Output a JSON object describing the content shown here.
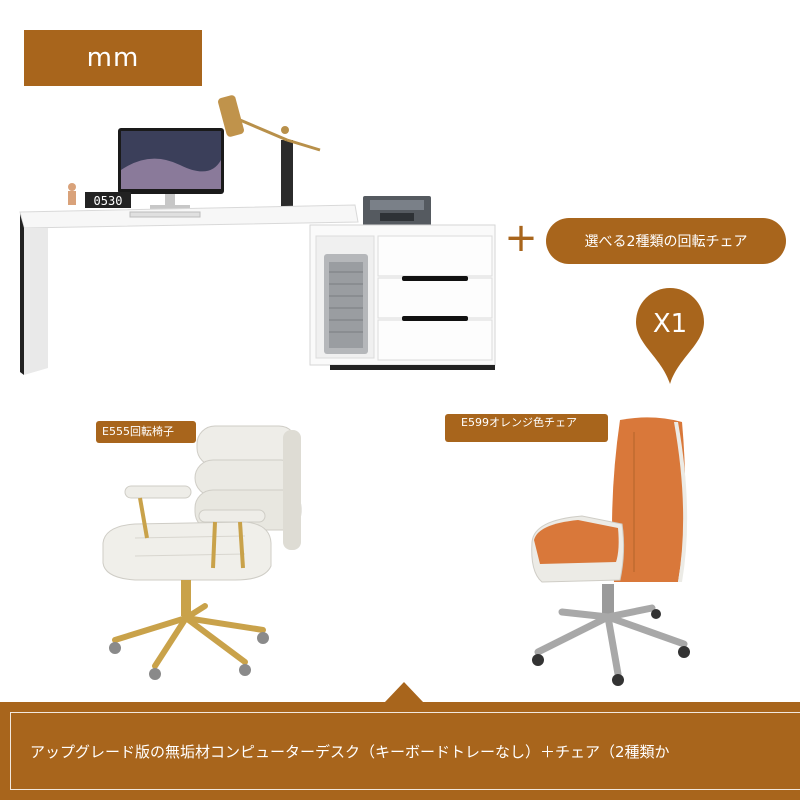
{
  "dimension_badge": {
    "text": "mm"
  },
  "plus_symbol": "+",
  "selection_pill": {
    "text": "選べる2種類の回転チェア"
  },
  "quantity_pin": {
    "text": "X1"
  },
  "chair_labels": [
    {
      "text": "E555回転椅子"
    },
    {
      "text": "E599オレンジ色チェア"
    }
  ],
  "clock_digits": "0530",
  "bottom_caption": "アップグレード版の無垢材コンピューターデスク（キーボードトレーなし）＋チェア（2種類か",
  "colors": {
    "accent": "#a8651c",
    "desk": "#f4f4f4",
    "chair_white": "#ecebe6",
    "chair_orange": "#d9783a",
    "gold": "#c9a24a"
  }
}
